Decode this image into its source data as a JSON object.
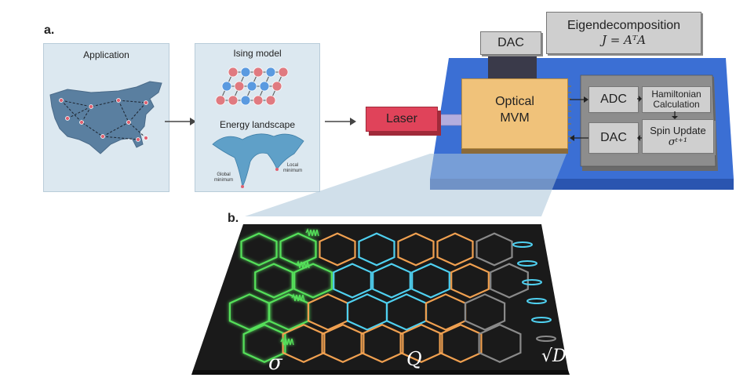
{
  "panel_a": {
    "label": "a.",
    "application": {
      "title": "Application"
    },
    "ising": {
      "title": "Ising model",
      "energy_title": "Energy landscape",
      "global_min": "Global minimum",
      "local_min": "Local minimum"
    },
    "laser": "Laser",
    "dac_top": "DAC",
    "eigen": {
      "title": "Eigendecomposition",
      "formula": "J = AᵀA"
    },
    "optical": {
      "line1": "Optical",
      "line2": "MVM"
    },
    "adc": "ADC",
    "hamiltonian": {
      "line1": "Hamiltonian",
      "line2": "Calculation"
    },
    "dac_right": "DAC",
    "spin_update": {
      "line1": "Spin Update",
      "formula": "σᵗ⁺¹"
    }
  },
  "panel_b": {
    "label": "b.",
    "sigma": "σ",
    "q": "Q",
    "sqrt_d": "√D"
  },
  "colors": {
    "chip_blue": "#3b6fd4",
    "mvm_orange": "#f0c27a",
    "laser_red": "#e0435a",
    "board_black": "#1a1a1a",
    "green": "#55e05a",
    "orange": "#f0a050",
    "cyan": "#4fd0f0",
    "grey_ring": "#8a8a8a"
  }
}
